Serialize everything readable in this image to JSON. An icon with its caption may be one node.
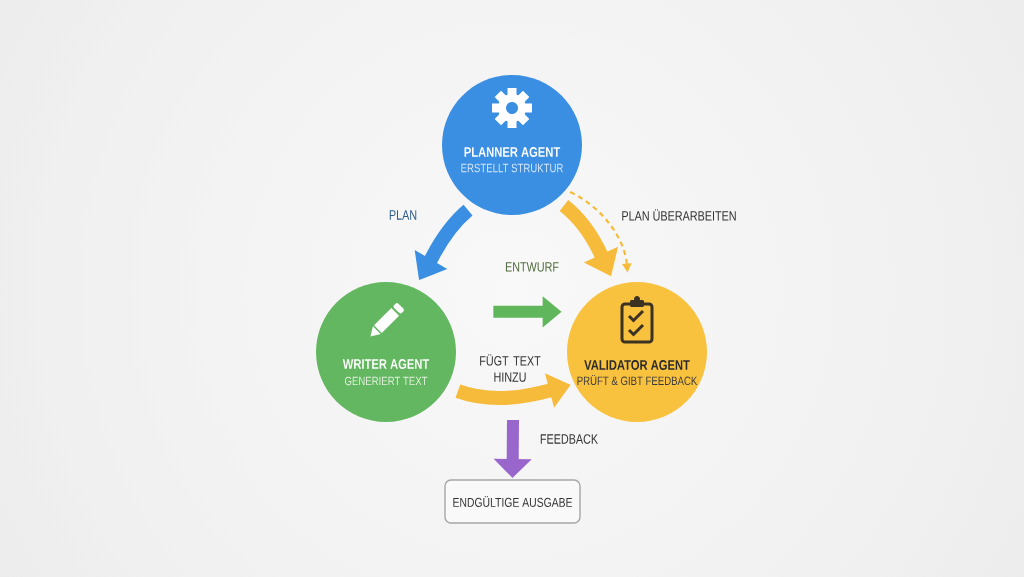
{
  "diagram": {
    "nodes": [
      {
        "text": [
          "PLANNER AGENT",
          "ERSTELLT STRUKTUR"
        ]
      },
      {
        "text": [
          "WRITER AGENT",
          "GENERIERT TEXT"
        ]
      },
      {
        "text": [
          "VALIDATOR AGENT",
          "PRÜFT & GIBT FEEDBACK"
        ]
      },
      {
        "text": [
          "ENDGÜLTIGE AUSGABE"
        ]
      }
    ],
    "edges": [
      {
        "from": 0,
        "to": 1,
        "arrow": "to",
        "label": "PLAN",
        "color": "#3a8fe2"
      },
      {
        "from": 0,
        "to": 2,
        "arrow": "to"
      },
      {
        "from": 0,
        "to": 2,
        "arrow": "to",
        "label": "PLAN ÜBERARBEITEN",
        "style": "dashed"
      },
      {
        "from": 1,
        "to": 2,
        "arrow": "to",
        "label": "ENTWURF",
        "color": "#5fb65b"
      },
      {
        "from": 1,
        "to": 2,
        "arrow": "to",
        "label": "FÜGT TEXT HINZU"
      },
      {
        "from": null,
        "to": 3,
        "arrow": "to",
        "label": "FEEDBACK",
        "color": "#9966cc"
      }
    ]
  }
}
